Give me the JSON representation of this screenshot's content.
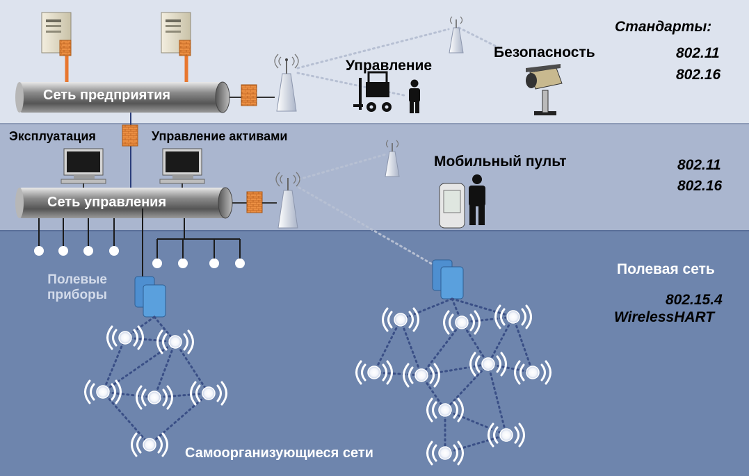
{
  "top": {
    "enterprise_net": "Сеть предприятия",
    "control": "Управление",
    "security": "Безопасность",
    "standards_title": "Стандарты:",
    "std1": "802.11",
    "std2": "802.16"
  },
  "middle": {
    "operation": "Эксплуатация",
    "asset_mgmt": "Управление активами",
    "control_net": "Сеть управления",
    "mobile_console": "Мобильный пульт",
    "std1": "802.11",
    "std2": "802.16"
  },
  "bottom": {
    "field_devices_1": "Полевые",
    "field_devices_2": "приборы",
    "field_net": "Полевая сеть",
    "std1": "802.15.4",
    "std2": "WirelessHART",
    "mesh_label": "Самоорганизующиеся сети"
  },
  "colors": {
    "band_top": "#dde3ee",
    "band_mid": "#a9b5cf",
    "band_bottom": "#6e85ad",
    "dots": "#3e5286",
    "pipe": "#6b6b6b",
    "firewall": "#e8924a"
  }
}
